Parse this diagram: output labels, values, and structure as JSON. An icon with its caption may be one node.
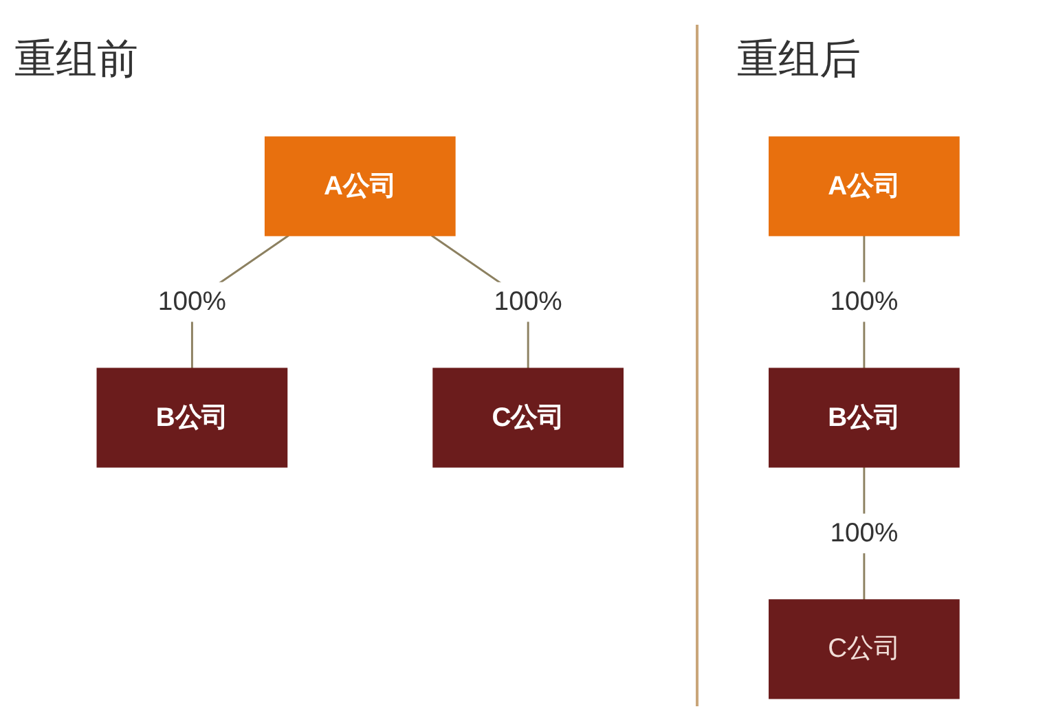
{
  "diagram": {
    "nodes": [
      {
        "text": [
          "A公司"
        ]
      },
      {
        "text": [
          "B公司"
        ]
      },
      {
        "text": [
          "C公司"
        ]
      },
      {
        "text": [
          "A公司"
        ]
      },
      {
        "text": [
          "B公司"
        ]
      },
      {
        "text": [
          "C公司"
        ]
      }
    ],
    "edges": [
      {
        "from": 0,
        "to": 1,
        "arrow": "none",
        "label": "100%"
      },
      {
        "from": 0,
        "to": 2,
        "arrow": "none",
        "label": "100%"
      },
      {
        "from": 3,
        "to": 4,
        "arrow": "none",
        "label": "100%"
      },
      {
        "from": 4,
        "to": 5,
        "arrow": "none",
        "label": "100%"
      }
    ],
    "labels": [
      "重组前",
      "重组后"
    ]
  }
}
